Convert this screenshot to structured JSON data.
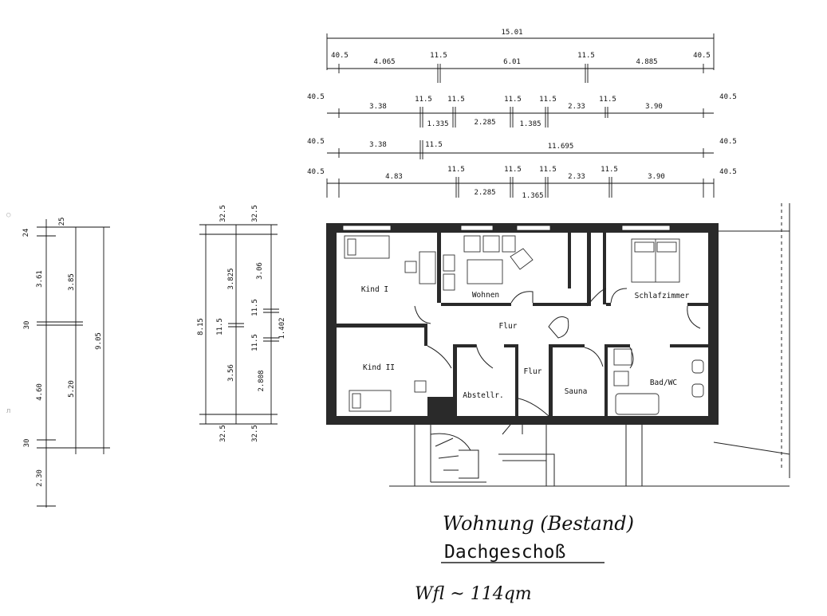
{
  "dims": {
    "total_width": "15.01",
    "row1": [
      "40.5",
      "4.065",
      "11.5",
      "6.01",
      "11.5",
      "4.885",
      "40.5"
    ],
    "row2_top": [
      "40.5",
      "3.38",
      "11.5",
      "11.5",
      "11.5",
      "11.5",
      "2.33",
      "11.5",
      "3.90",
      "40.5"
    ],
    "row2_bottom": [
      "1.335",
      "2.285",
      "1.385"
    ],
    "row3": [
      "40.5",
      "3.38",
      "11.5",
      "11.695",
      "40.5"
    ],
    "row4_top": [
      "40.5",
      "4.83",
      "11.5",
      "11.5",
      "11.5",
      "2.33",
      "11.5",
      "3.90",
      "40.5"
    ],
    "row4_bottom": [
      "2.285",
      "1.365"
    ],
    "left_a": [
      "24",
      "3.61",
      "30",
      "4.60",
      "30",
      "2.30"
    ],
    "left_b": [
      "25",
      "3.85",
      "5.20"
    ],
    "left_total": "9.05",
    "mid_a": [
      "32.5",
      "32.5",
      "8.15"
    ],
    "mid_b": [
      "3.825",
      "11.5",
      "3.56"
    ],
    "mid_c": [
      "32.5",
      "3.06",
      "11.5",
      "11.5",
      "1.402",
      "2.808",
      "32.5"
    ]
  },
  "rooms": {
    "kind1": "Kind I",
    "wohnen": "Wohnen",
    "schlafzimmer": "Schlafzimmer",
    "flur_main": "Flur",
    "kind2": "Kind II",
    "flur_small": "Flur",
    "abstellr": "Abstellr.",
    "sauna": "Sauna",
    "bad": "Bad/WC"
  },
  "labels": {
    "subtitle_hand": "Wohnung (Bestand)",
    "title": "Dachgeschoß",
    "area_hand": "Wfl ~ 114qm"
  }
}
